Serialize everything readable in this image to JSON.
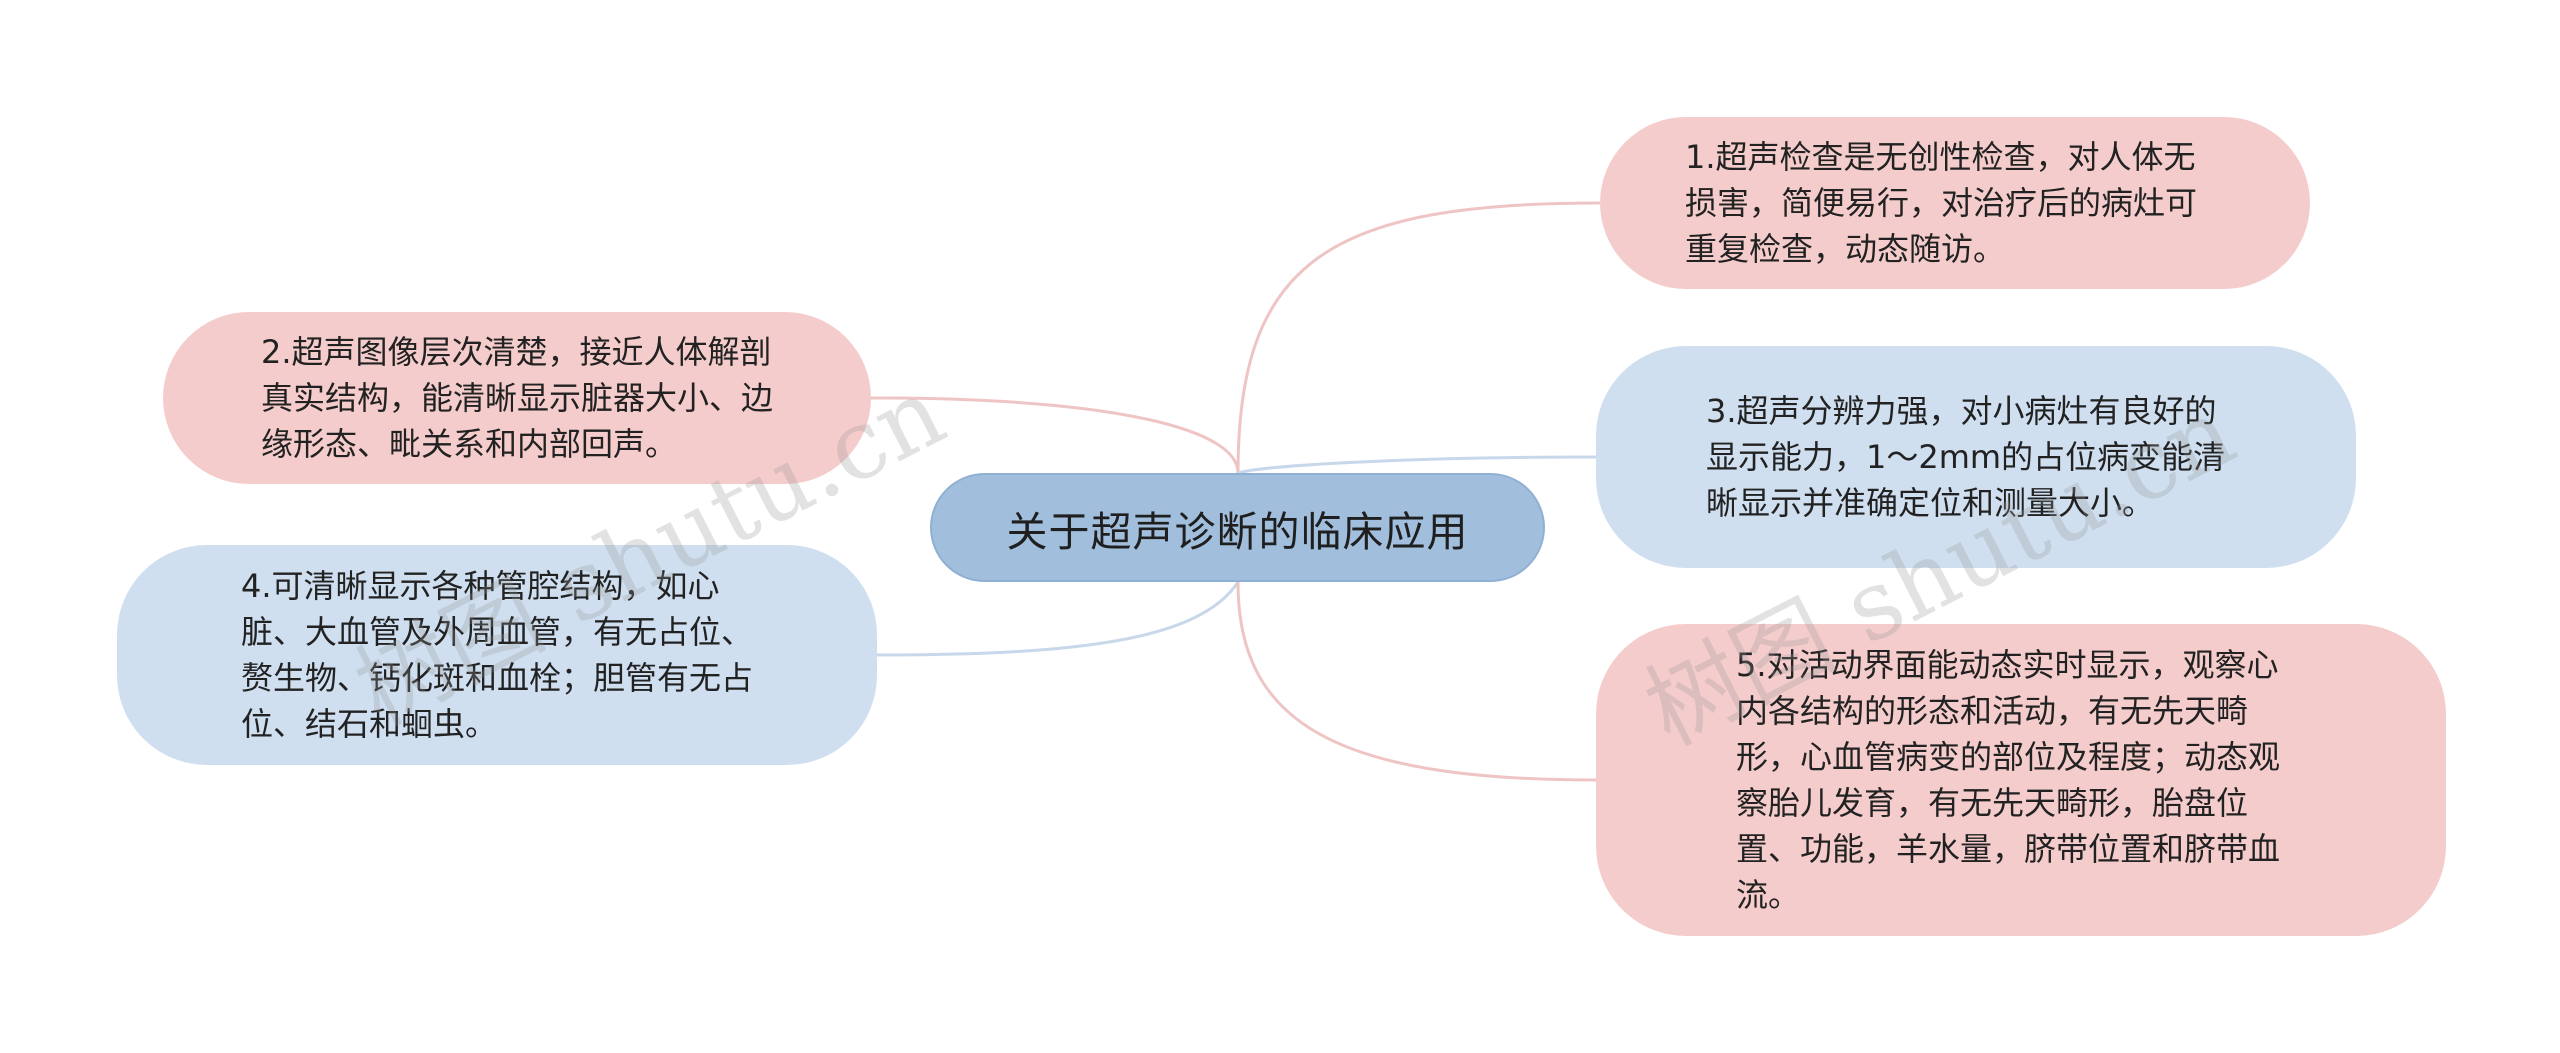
{
  "root": {
    "label": "关于超声诊断的临床应用",
    "color": "#a1bfdd"
  },
  "topics": [
    {
      "id": "t1",
      "label": "1.超声检查是无创性检查，对人体无损害，简便易行，对治疗后的病灶可重复检查，动态随访。",
      "color": "#f5cccc",
      "side": "right"
    },
    {
      "id": "t2",
      "label": "2.超声图像层次清楚，接近人体解剖真实结构，能清晰显示脏器大小、边缘形态、毗关系和内部回声。",
      "color": "#f5cccc",
      "side": "left"
    },
    {
      "id": "t3",
      "label": "3.超声分辨力强，对小病灶有良好的显示能力，1～2mm的占位病变能清晰显示并准确定位和测量大小。",
      "color": "#cfdff0",
      "side": "right"
    },
    {
      "id": "t4",
      "label": "4.可清晰显示各种管腔结构，如心脏、大血管及外周血管，有无占位、赘生物、钙化斑和血栓；胆管有无占位、结石和蛔虫。",
      "color": "#cfdff0",
      "side": "left"
    },
    {
      "id": "t5",
      "label": "5.对活动界面能动态实时显示，观察心内各结构的形态和活动，有无先天畸形，心血管病变的部位及程度；动态观察胎儿发育，有无先天畸形，胎盘位置、功能，羊水量，脐带位置和脐带血流。",
      "color": "#f5cccc",
      "side": "right"
    }
  ],
  "connector_colors": {
    "pink": "#efc4c4",
    "blue": "#c8d8ea"
  },
  "watermark": {
    "text": "树图 shutu.cn"
  }
}
